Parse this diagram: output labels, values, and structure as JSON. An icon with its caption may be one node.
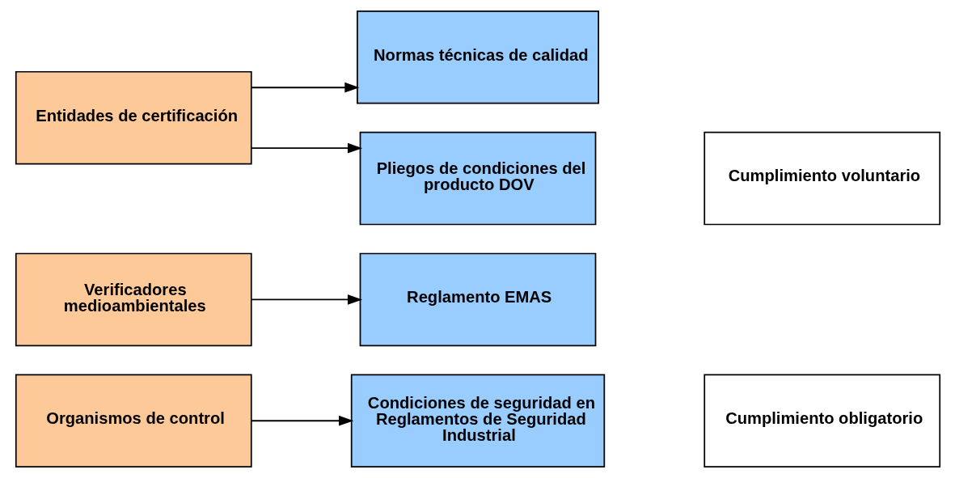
{
  "diagram": {
    "nodes": [
      {
        "text": [
          "Entidades de certificación"
        ]
      },
      {
        "text": [
          "Normas técnicas de calidad"
        ]
      },
      {
        "text": [
          "Pliegos de condiciones del producto DOV"
        ]
      },
      {
        "text": [
          "Verificadores medioambientales"
        ]
      },
      {
        "text": [
          "Reglamento EMAS"
        ]
      },
      {
        "text": [
          "Organismos de control"
        ]
      },
      {
        "text": [
          "Condiciones de seguridad en Reglamentos de Seguridad Industrial"
        ]
      },
      {
        "text": [
          "Cumplimiento voluntario"
        ]
      },
      {
        "text": [
          "Cumplimiento obligatorio"
        ]
      }
    ],
    "edges": [
      {
        "from": 0,
        "to": 1,
        "arrow": "to"
      },
      {
        "from": 0,
        "to": 2,
        "arrow": "to"
      },
      {
        "from": 3,
        "to": 4,
        "arrow": "to"
      },
      {
        "from": 5,
        "to": 6,
        "arrow": "to"
      }
    ]
  }
}
